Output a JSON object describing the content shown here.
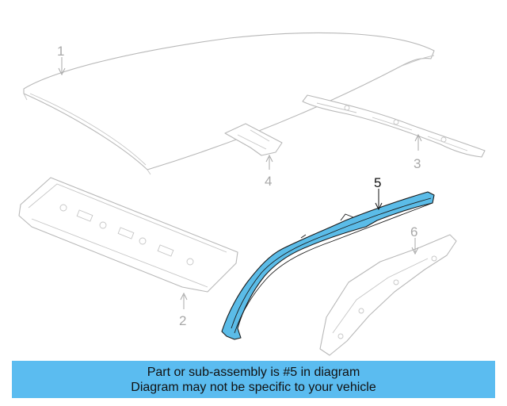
{
  "callouts": {
    "c1": "1",
    "c2": "2",
    "c3": "3",
    "c4": "4",
    "c5": "5",
    "c6": "6"
  },
  "highlight_color": "#5bbce8",
  "banner": {
    "line1": "Part or sub-assembly is #5 in diagram",
    "line2": "Diagram may not be specific to your vehicle",
    "background": "#5bbcf0"
  }
}
